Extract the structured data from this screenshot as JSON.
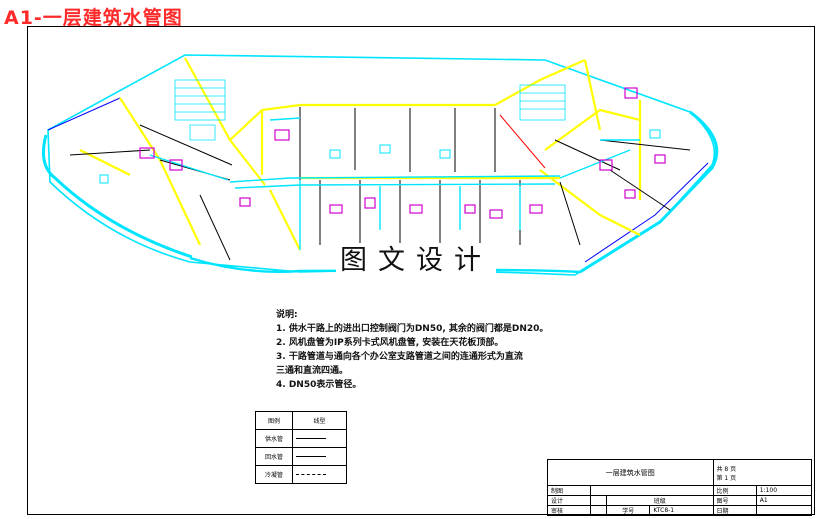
{
  "title": "A1-一层建筑水管图",
  "watermark": "图文设计",
  "notes": {
    "heading": "说明:",
    "items": [
      "1. 供水干路上的进出口控制阀门为DN50, 其余的阀门都是DN20。",
      "2. 风机盘管为IP系列卡式风机盘管, 安装在天花板顶部。",
      "3. 干路管道与通向各个办公室支路管道之间的连通形式为直流",
      "三通和直流四通。",
      "4. DN50表示管径。"
    ]
  },
  "legend": {
    "header": [
      "图例",
      "线型"
    ],
    "rows": [
      "供水管",
      "回水管",
      "冷凝管"
    ]
  },
  "title_block": {
    "drawing_name": "一层建筑水管图",
    "total_sheets": "共 8 页",
    "sheet_no": "第 1 页",
    "labels": {
      "draw": "制图",
      "design": "设计",
      "review": "审核",
      "scale": "比例",
      "drawing_no": "图号",
      "date": "日期",
      "class": "班级",
      "student_no": "学号"
    },
    "values": {
      "scale": "1:100",
      "drawing_no": "A1",
      "student_no": "KTC8-1"
    }
  },
  "colors": {
    "title": "#ff2a2a",
    "wall": "#ffff00",
    "pipe": "#00e5ff",
    "fixture": "#d000d0",
    "line": "#000000",
    "duct": "#0000ff"
  }
}
